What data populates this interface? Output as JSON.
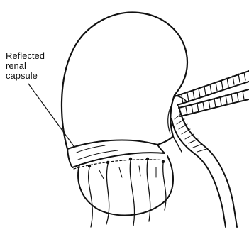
{
  "labels": {
    "line1": "Reflected",
    "line2": "renal",
    "line3": "capsule"
  }
}
